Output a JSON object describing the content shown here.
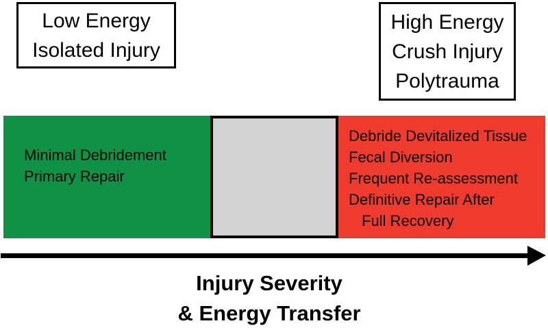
{
  "figure": {
    "top_labels": {
      "low_energy_box": {
        "lines": [
          "Low Energy",
          "Isolated Injury"
        ]
      },
      "high_energy_box": {
        "lines": [
          "High Energy",
          "Crush Injury",
          "Polytrauma"
        ]
      }
    },
    "spectrum_bar": {
      "green_segment": {
        "color": "#0F9246",
        "lines": [
          "Minimal Debridement",
          "Primary Repair"
        ]
      },
      "gray_segment": {
        "color": "#D2D2D2"
      },
      "red_segment": {
        "color": "#EE3B2D",
        "lines": [
          "Debride Devitalized Tissue",
          "Fecal Diversion",
          "Frequent Re-assessment",
          "Definitive Repair After",
          "Full Recovery"
        ]
      }
    },
    "axis": {
      "arrow_direction": "right",
      "label_lines": [
        "Injury Severity",
        "& Energy Transfer"
      ]
    },
    "colors": {
      "text": "#000000",
      "border": "#000000",
      "background": "#FFFFFF"
    }
  }
}
